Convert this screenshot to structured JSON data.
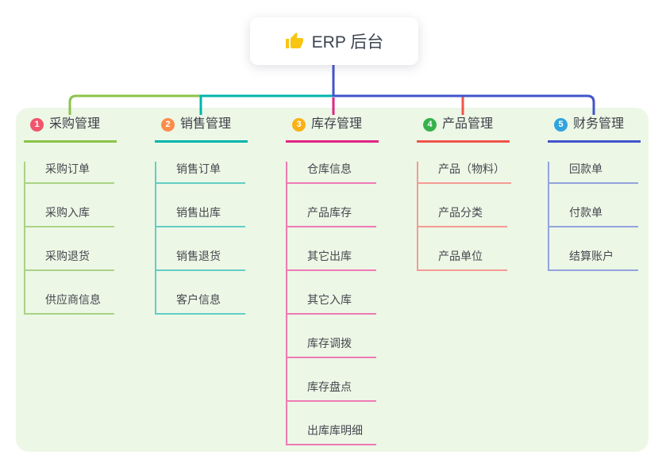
{
  "root": {
    "label": "ERP 后台",
    "icon": "thumbs-up-icon",
    "icon_color": "#f9c513",
    "line_color": "#4254cb"
  },
  "canvas": {
    "background": "#ffffff",
    "panel_color": "#ecf7e6"
  },
  "branches": [
    {
      "badge": "1",
      "label": "采购管理",
      "badge_color": "#f0566b",
      "line_color": "#8bc34a",
      "light_color": "#aad385",
      "children": [
        "采购订单",
        "采购入库",
        "采购退货",
        "供应商信息"
      ]
    },
    {
      "badge": "2",
      "label": "销售管理",
      "badge_color": "#fb8d4c",
      "line_color": "#00b5ad",
      "light_color": "#63cdc4",
      "children": [
        "销售订单",
        "销售出库",
        "销售退货",
        "客户信息"
      ]
    },
    {
      "badge": "3",
      "label": "库存管理",
      "badge_color": "#f9b115",
      "line_color": "#e02585",
      "light_color": "#ef7ab3",
      "children": [
        "仓库信息",
        "产品库存",
        "其它出库",
        "其它入库",
        "库存调拨",
        "库存盘点",
        "出库库明细"
      ]
    },
    {
      "badge": "4",
      "label": "产品管理",
      "badge_color": "#36b24a",
      "line_color": "#f1534c",
      "light_color": "#f59a94",
      "children": [
        "产品（物料）",
        "产品分类",
        "产品单位"
      ]
    },
    {
      "badge": "5",
      "label": "财务管理",
      "badge_color": "#31a4dd",
      "line_color": "#4254cb",
      "light_color": "#93a3dd",
      "children": [
        "回款单",
        "付款单",
        "结算账户"
      ]
    }
  ]
}
